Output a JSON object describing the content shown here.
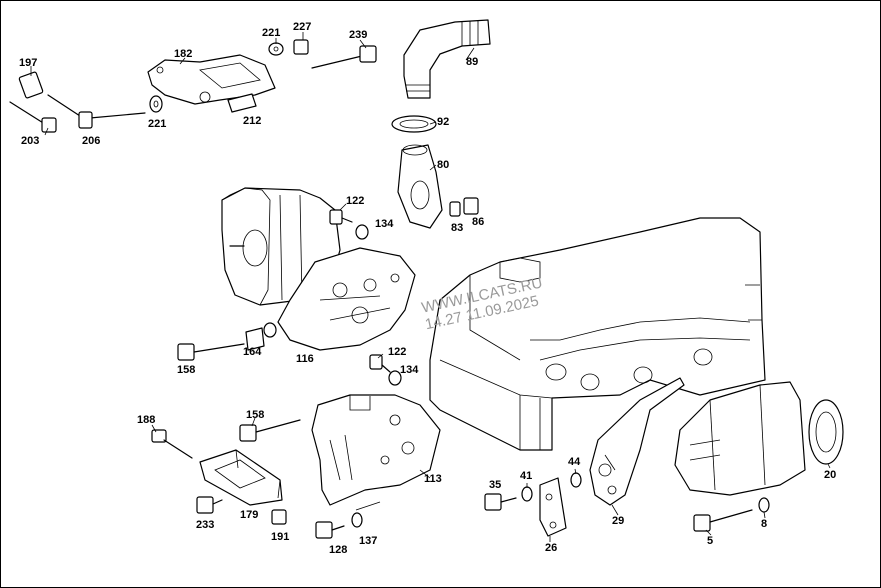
{
  "diagram": {
    "watermark": {
      "line1": "WWW.ILCATS.RU",
      "line2": "14.27 11.09.2025"
    },
    "callouts": [
      {
        "id": "197",
        "text": "197"
      },
      {
        "id": "203",
        "text": "203"
      },
      {
        "id": "206",
        "text": "206"
      },
      {
        "id": "221a",
        "text": "221"
      },
      {
        "id": "182",
        "text": "182"
      },
      {
        "id": "212",
        "text": "212"
      },
      {
        "id": "221b",
        "text": "221"
      },
      {
        "id": "227",
        "text": "227"
      },
      {
        "id": "239",
        "text": "239"
      },
      {
        "id": "89",
        "text": "89"
      },
      {
        "id": "92",
        "text": "92"
      },
      {
        "id": "80",
        "text": "80"
      },
      {
        "id": "83",
        "text": "83"
      },
      {
        "id": "86",
        "text": "86"
      },
      {
        "id": "122a",
        "text": "122"
      },
      {
        "id": "134a",
        "text": "134"
      },
      {
        "id": "158a",
        "text": "158"
      },
      {
        "id": "164",
        "text": "164"
      },
      {
        "id": "116",
        "text": "116"
      },
      {
        "id": "122b",
        "text": "122"
      },
      {
        "id": "134b",
        "text": "134"
      },
      {
        "id": "188",
        "text": "188"
      },
      {
        "id": "158b",
        "text": "158"
      },
      {
        "id": "113",
        "text": "113"
      },
      {
        "id": "179",
        "text": "179"
      },
      {
        "id": "233",
        "text": "233"
      },
      {
        "id": "191",
        "text": "191"
      },
      {
        "id": "128",
        "text": "128"
      },
      {
        "id": "137",
        "text": "137"
      },
      {
        "id": "35",
        "text": "35"
      },
      {
        "id": "41",
        "text": "41"
      },
      {
        "id": "44",
        "text": "44"
      },
      {
        "id": "26",
        "text": "26"
      },
      {
        "id": "29",
        "text": "29"
      },
      {
        "id": "20",
        "text": "20"
      },
      {
        "id": "5",
        "text": "5"
      },
      {
        "id": "8",
        "text": "8"
      }
    ]
  }
}
